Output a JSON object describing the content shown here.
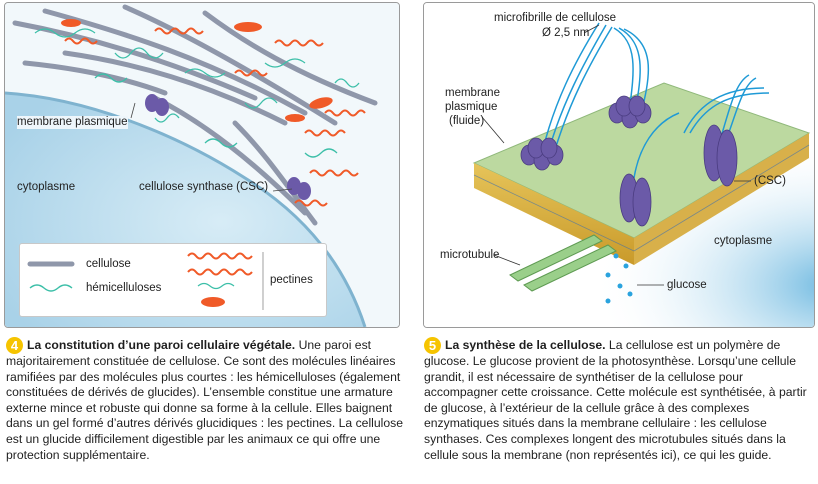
{
  "left_panel": {
    "labels": {
      "membrane": "membrane plasmique",
      "cytoplasm": "cytoplasme",
      "csc": "cellulose synthase (CSC)"
    },
    "legend": {
      "cellulose": "cellulose",
      "hemicelluloses": "hémicelluloses",
      "pectines": "pectines"
    }
  },
  "right_panel": {
    "labels": {
      "microfibril_line1": "microfibrille de cellulose",
      "microfibril_line2": "Ø 2,5 nm",
      "membrane_line1": "membrane",
      "membrane_line2": "plasmique",
      "membrane_line3": "(fluide)",
      "csc": "(CSC)",
      "cytoplasm": "cytoplasme",
      "microtubule": "microtubule",
      "glucose": "glucose"
    }
  },
  "caption_left": {
    "number": "4",
    "title": "La constitution d’une paroi cellulaire végétale.",
    "text": " Une paroi est majoritairement constituée de cellulose. Ce sont des molécules linéaires ramifiées par des molécules plus courtes : les hémicelluloses (également constituées de dérivés de glucides). L’ensemble constitue une armature externe mince et robuste qui donne sa forme à la cellule. Elles baignent dans un gel formé d’autres dérivés glucidiques : les pectines. La cellulose est un glucide difficilement digestible par les animaux ce qui offre une protection supplémentaire."
  },
  "caption_right": {
    "number": "5",
    "title": "La synthèse de la cellulose.",
    "text": " La cellulose est un polymère de glucose. Le glucose provient de la photosynthèse. Lorsqu’une cellule grandit, il est nécessaire de synthétiser de la cellulose pour accompagner cette croissance. Cette molécule est synthétisée, à partir de glucose, à l’extérieur de la cellule grâce à des complexes enzymatiques situés dans la membrane cellulaire : les cellulose synthases. Ces complexes longent des microtubules situés dans la cellule sous la membrane (non représentés ici), ce qui les guide."
  },
  "colors": {
    "cellulose": "#8f97aa",
    "hemicellulose": "#3cbfa8",
    "pectin": "#f05a28",
    "csc": "#6b5aa8",
    "cytoplasm": "#b7dcee",
    "microfibril": "#1f9ad6",
    "membrane_top": "#b8d9a0",
    "badge": "#f6c400"
  }
}
